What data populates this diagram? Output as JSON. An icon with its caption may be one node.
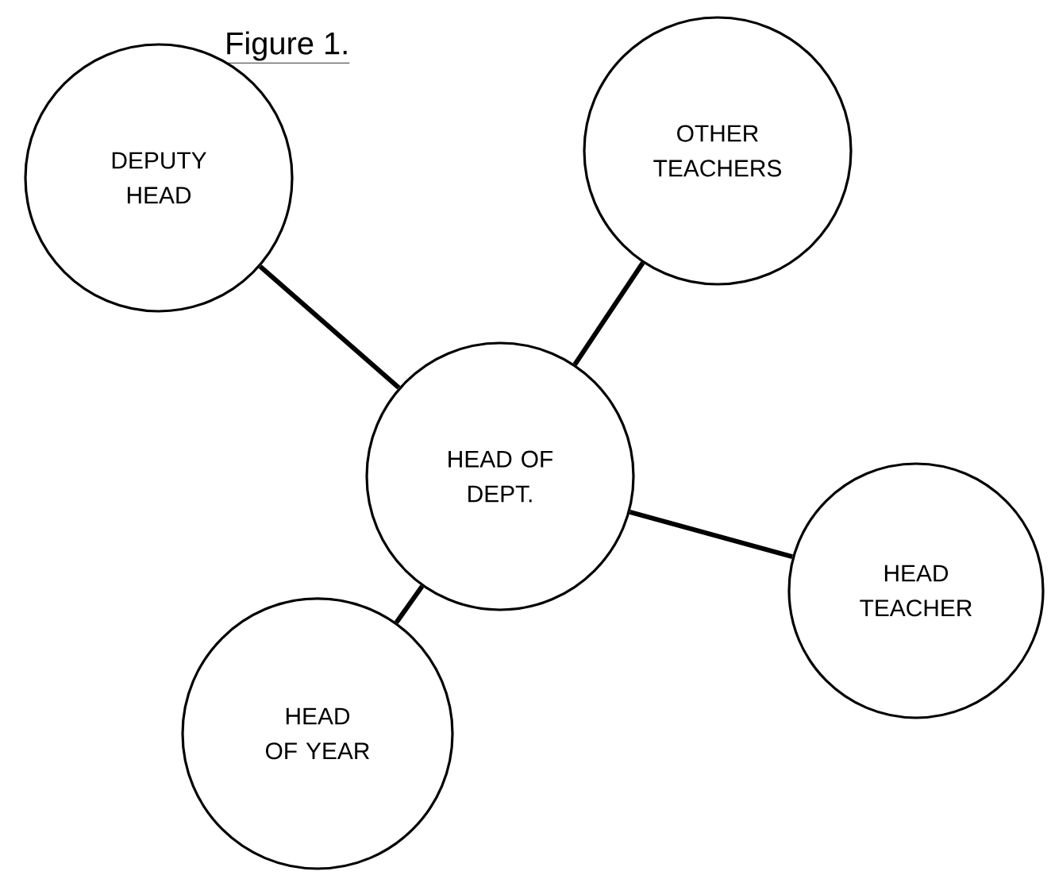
{
  "diagram": {
    "title": "Figure 1.",
    "nodes": [
      {
        "text": [
          "DEPUTY HEAD"
        ]
      },
      {
        "text": [
          "OTHER TEACHERS"
        ]
      },
      {
        "text": [
          "HEAD OF DEPT."
        ]
      },
      {
        "text": [
          "HEAD TEACHER"
        ]
      },
      {
        "text": [
          "HEAD OF YEAR"
        ]
      }
    ],
    "edges": [
      {
        "from": 2,
        "to": 0,
        "arrow": "none"
      },
      {
        "from": 2,
        "to": 1,
        "arrow": "none"
      },
      {
        "from": 2,
        "to": 3,
        "arrow": "none"
      },
      {
        "from": 2,
        "to": 4,
        "arrow": "none"
      }
    ]
  }
}
